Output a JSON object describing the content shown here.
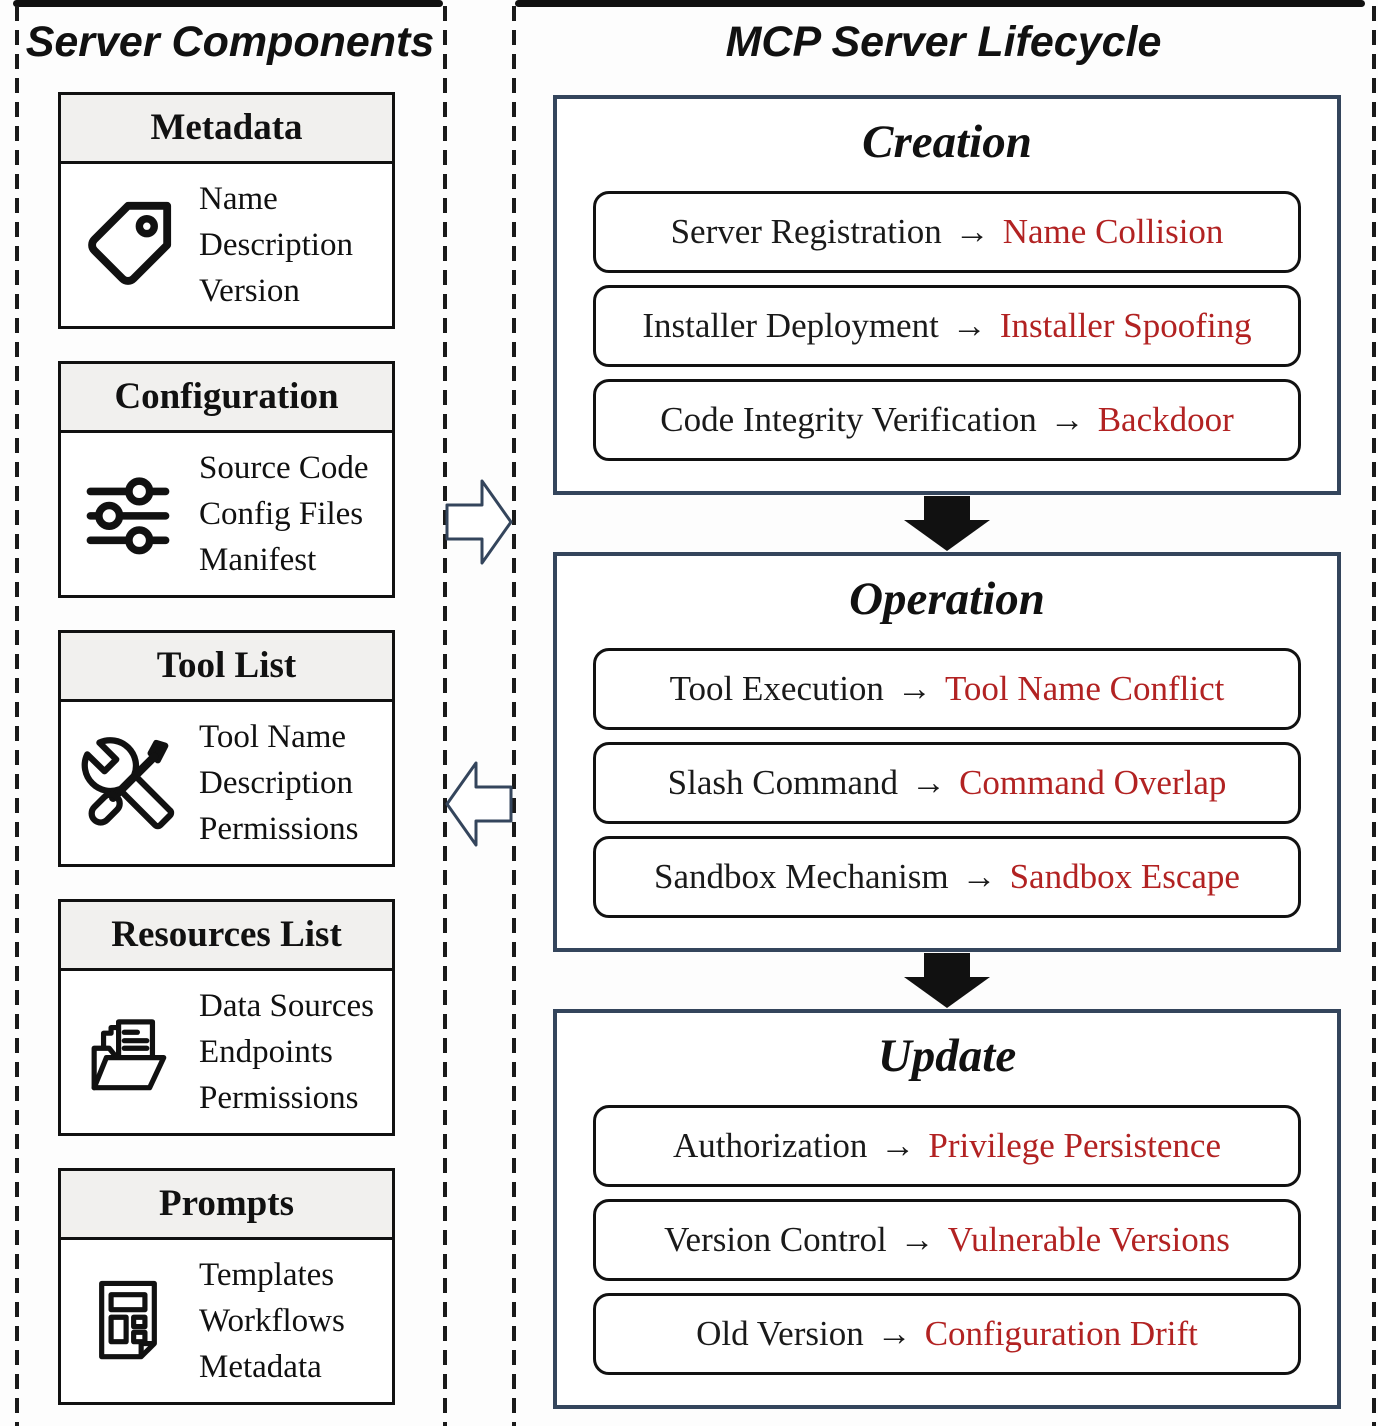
{
  "left_panel": {
    "title": "Server Components",
    "components": [
      {
        "name": "Metadata",
        "icon": "tag-icon",
        "items": [
          "Name",
          "Description",
          "Version"
        ]
      },
      {
        "name": "Configuration",
        "icon": "sliders-icon",
        "items": [
          "Source Code",
          "Config Files",
          "Manifest"
        ]
      },
      {
        "name": "Tool List",
        "icon": "tools-icon",
        "items": [
          "Tool Name",
          "Description",
          "Permissions"
        ]
      },
      {
        "name": "Resources List",
        "icon": "folder-icon",
        "items": [
          "Data Sources",
          "Endpoints",
          "Permissions"
        ]
      },
      {
        "name": "Prompts",
        "icon": "template-icon",
        "items": [
          "Templates",
          "Workflows",
          "Metadata"
        ]
      }
    ]
  },
  "right_panel": {
    "title": "MCP Server Lifecycle",
    "arrow_glyph": "→",
    "phases": [
      {
        "name": "Creation",
        "steps": [
          {
            "step": "Server Registration",
            "risk": "Name Collision"
          },
          {
            "step": "Installer Deployment",
            "risk": "Installer Spoofing"
          },
          {
            "step": "Code Integrity Verification",
            "risk": "Backdoor"
          }
        ]
      },
      {
        "name": "Operation",
        "steps": [
          {
            "step": "Tool Execution",
            "risk": "Tool Name Conflict"
          },
          {
            "step": "Slash Command",
            "risk": "Command Overlap"
          },
          {
            "step": "Sandbox Mechanism",
            "risk": "Sandbox Escape"
          }
        ]
      },
      {
        "name": "Update",
        "steps": [
          {
            "step": "Authorization",
            "risk": "Privilege Persistence"
          },
          {
            "step": "Version Control",
            "risk": "Vulnerable Versions"
          },
          {
            "step": "Old Version",
            "risk": "Configuration Drift"
          }
        ]
      }
    ]
  },
  "colors": {
    "risk_text": "#B22222",
    "phase_border": "#34455C",
    "component_header_bg": "#F1F0EE",
    "line_black": "#111111"
  }
}
